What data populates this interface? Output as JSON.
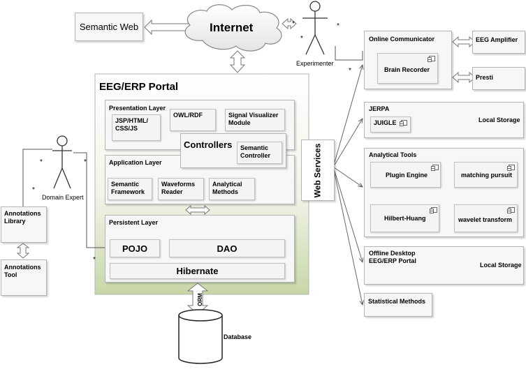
{
  "semantic_web": "Semantic Web",
  "internet": "Internet",
  "experimenter": "Experimenter",
  "domain_expert": "Domain Expert",
  "multiplicity": "*",
  "portal": {
    "title": "EEG/ERP Portal",
    "presentation": {
      "title": "Presentation Layer",
      "jsp": "JSP/HTML/ CSS/JS",
      "owl": "OWL/RDF",
      "signal_viz": "Signal Visualizer Module"
    },
    "controllers": "Controllers",
    "semantic_controller": "Semantic Controller",
    "application": {
      "title": "Application Layer",
      "semantic_framework": "Semantic Framework",
      "waveforms_reader": "Waveforms Reader",
      "analytical_methods": "Analytical Methods"
    },
    "persistent": {
      "title": "Persistent Layer",
      "pojo": "POJO",
      "dao": "DAO",
      "hibernate": "Hibernate"
    }
  },
  "web_services": "Web Services",
  "orm": "ORM",
  "database": "Database",
  "annotations_library": "Annotations Library",
  "annotations_tool": "Annotations Tool",
  "online": {
    "title": "Online Communicator",
    "brain_recorder": "Brain Recorder",
    "eeg_amplifier": "EEG Amplifier",
    "presti": "Presti"
  },
  "jerpa": {
    "title": "JERPA",
    "juigle": "JUIGLE",
    "local_storage": "Local Storage"
  },
  "analytical_tools": {
    "title": "Analytical Tools",
    "plugin_engine": "Plugin Engine",
    "matching_pursuit": "matching pursuit",
    "hilbert_huang": "Hilbert-Huang",
    "wavelet_transform": "wavelet transform"
  },
  "offline": {
    "title": "Offline Desktop EEG/ERP Portal",
    "local_storage": "Local Storage"
  },
  "statistical_methods": "Statistical Methods"
}
